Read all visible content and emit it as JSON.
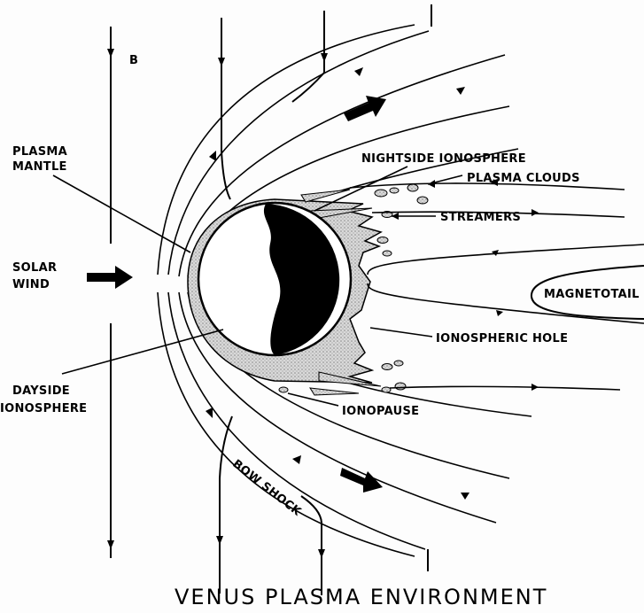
{
  "title": "VENUS PLASMA ENVIRONMENT",
  "labels": {
    "b_field": "B",
    "plasma_mantle_1": "PLASMA",
    "plasma_mantle_2": "MANTLE",
    "solar_wind_1": "SOLAR",
    "solar_wind_2": "WIND",
    "dayside_ionosphere_1": "DAYSIDE",
    "dayside_ionosphere_2": "IONOSPHERE",
    "nightside_ionosphere": "NIGHTSIDE IONOSPHERE",
    "plasma_clouds": "PLASMA CLOUDS",
    "streamers": "STREAMERS",
    "magnetotail": "MAGNETOTAIL",
    "ionospheric_hole": "IONOSPHERIC HOLE",
    "ionopause": "IONOPAUSE",
    "bow_shock": "BOW SHOCK"
  },
  "colors": {
    "ink": "#000000",
    "ionosphere_fill": "#cfcfcf",
    "planet_day": "#ffffff",
    "planet_night": "#000000"
  }
}
